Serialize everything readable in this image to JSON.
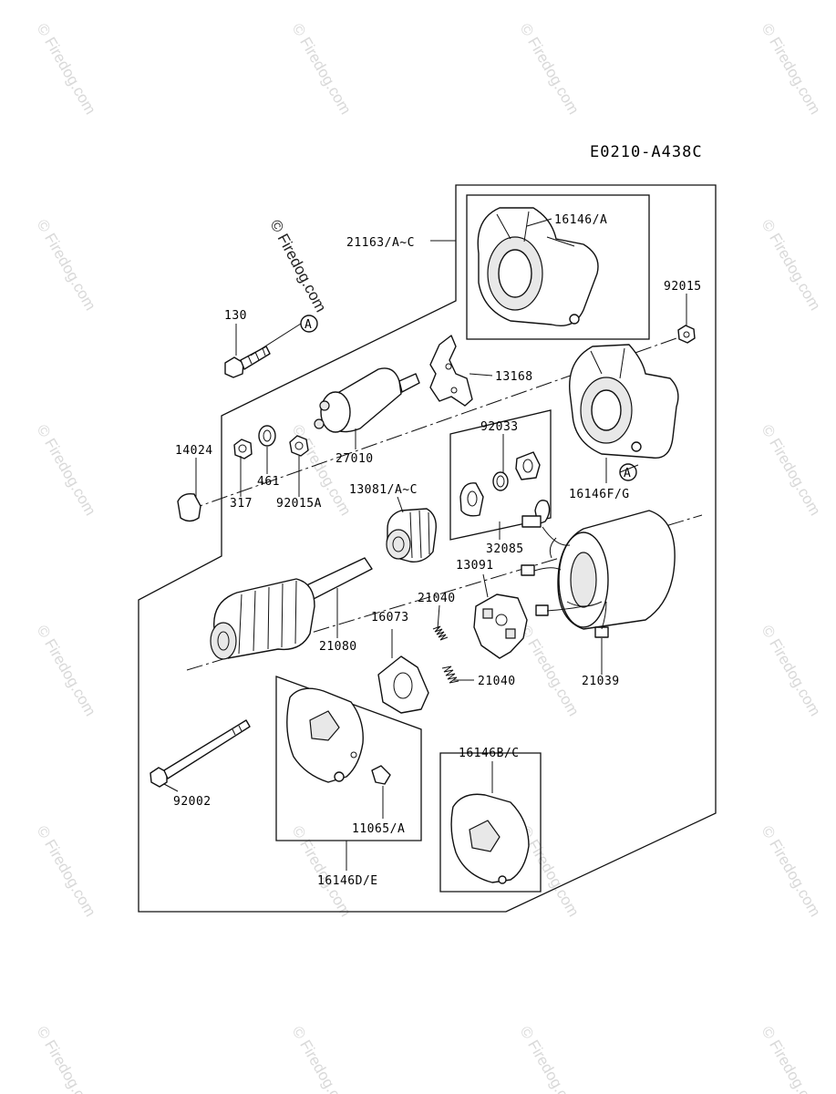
{
  "diagram_code": "E0210-A438C",
  "watermark_main": "© Firedog.com",
  "watermark_tile": "© Firedog.com",
  "ref_mark": "A",
  "labels": {
    "p21163": "21163/A~C",
    "p16146A": "16146/A",
    "p92015": "92015",
    "p130": "130",
    "p13168": "13168",
    "p14024": "14024",
    "p27010": "27010",
    "p92033": "92033",
    "p461": "461",
    "p317": "317",
    "p92015A": "92015A",
    "p13081": "13081/A~C",
    "p16146FG": "16146F/G",
    "p32085": "32085",
    "p13091": "13091",
    "p21040a": "21040",
    "p21080": "21080",
    "p16073": "16073",
    "p21040b": "21040",
    "p21039": "21039",
    "p16146BC": "16146B/C",
    "p92002": "92002",
    "p11065": "11065/A",
    "p16146DE": "16146D/E"
  }
}
